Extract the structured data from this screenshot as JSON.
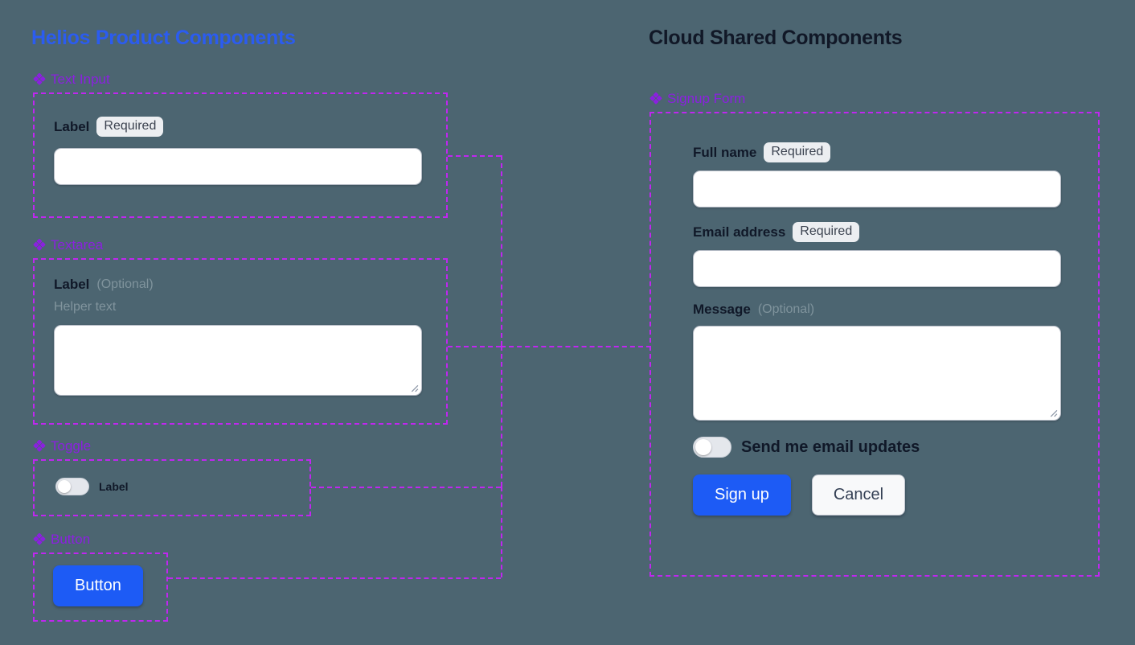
{
  "background_color": "#4c6571",
  "accent_blue": "#2b5cf0",
  "accent_purple": "#8b20e0",
  "frame_color": "#c026f0",
  "left_panel": {
    "title": "Helios Product Components",
    "sections": [
      {
        "icon": "flower-diamond-icon",
        "label": "Text Input",
        "field": {
          "label": "Label",
          "badge": "Required",
          "value": "",
          "placeholder": ""
        }
      },
      {
        "icon": "flower-diamond-icon",
        "label": "Textarea",
        "field": {
          "label": "Label",
          "optional": "(Optional)",
          "helper": "Helper text",
          "value": "",
          "placeholder": ""
        }
      },
      {
        "icon": "flower-diamond-icon",
        "label": "Toggle",
        "field": {
          "label": "Label",
          "state": "off"
        }
      },
      {
        "icon": "flower-diamond-icon",
        "label": "Button",
        "field": {
          "label": "Button"
        }
      }
    ]
  },
  "right_panel": {
    "title": "Cloud Shared Components",
    "section": {
      "icon": "flower-diamond-icon",
      "label": "Signup Form",
      "fields": [
        {
          "label": "Full name",
          "badge": "Required",
          "value": "",
          "placeholder": ""
        },
        {
          "label": "Email address",
          "badge": "Required",
          "value": "",
          "placeholder": ""
        },
        {
          "label": "Message",
          "optional": "(Optional)",
          "value": "",
          "placeholder": ""
        }
      ],
      "toggle": {
        "label": "Send me email updates",
        "state": "off"
      },
      "actions": {
        "primary": "Sign up",
        "secondary": "Cancel"
      }
    }
  }
}
